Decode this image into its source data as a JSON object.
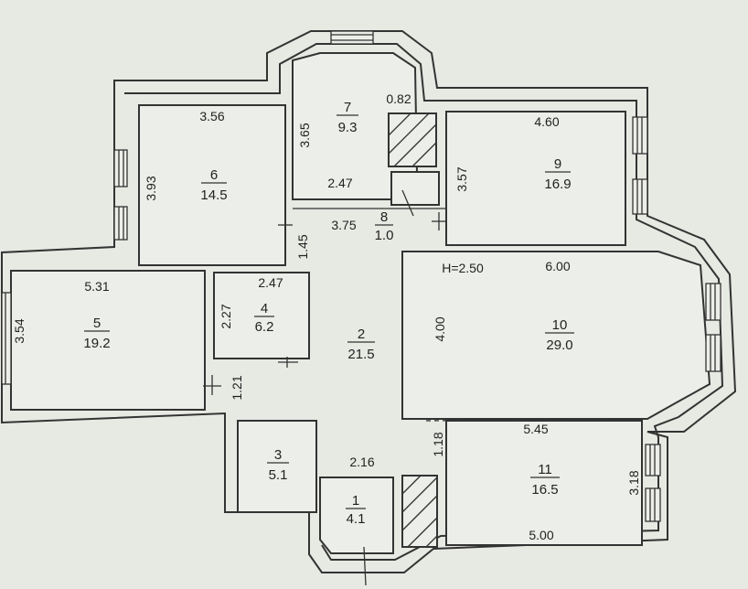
{
  "plan": {
    "height_note": "H=2.50",
    "rooms": [
      {
        "id": "room-1",
        "number": "1",
        "area": "4.1"
      },
      {
        "id": "room-2",
        "number": "2",
        "area": "21.5"
      },
      {
        "id": "room-3",
        "number": "3",
        "area": "5.1"
      },
      {
        "id": "room-4",
        "number": "4",
        "area": "6.2"
      },
      {
        "id": "room-5",
        "number": "5",
        "area": "19.2"
      },
      {
        "id": "room-6",
        "number": "6",
        "area": "14.5"
      },
      {
        "id": "room-7",
        "number": "7",
        "area": "9.3"
      },
      {
        "id": "room-8",
        "number": "8",
        "area": "1.0"
      },
      {
        "id": "room-9",
        "number": "9",
        "area": "16.9"
      },
      {
        "id": "room-10",
        "number": "10",
        "area": "29.0"
      },
      {
        "id": "room-11",
        "number": "11",
        "area": "16.5"
      }
    ],
    "dimensions": {
      "r6_top": "3.56",
      "r6_side": "3.93",
      "r7_side": "3.65",
      "r7_shaft": "0.82",
      "r7_bottom": "2.47",
      "r8_width": "3.75",
      "r9_top": "4.60",
      "r9_side": "3.57",
      "corridor_gap": "1.45",
      "r5_top": "5.31",
      "r5_side": "3.54",
      "r4_top": "2.47",
      "r4_side": "2.27",
      "r10_top": "6.00",
      "r10_side": "4.00",
      "r2_gap": "1.21",
      "r1_top": "2.16",
      "r11_top": "5.45",
      "r11_side": "1.18",
      "r11_right": "3.18",
      "r11_bottom": "5.00"
    }
  }
}
